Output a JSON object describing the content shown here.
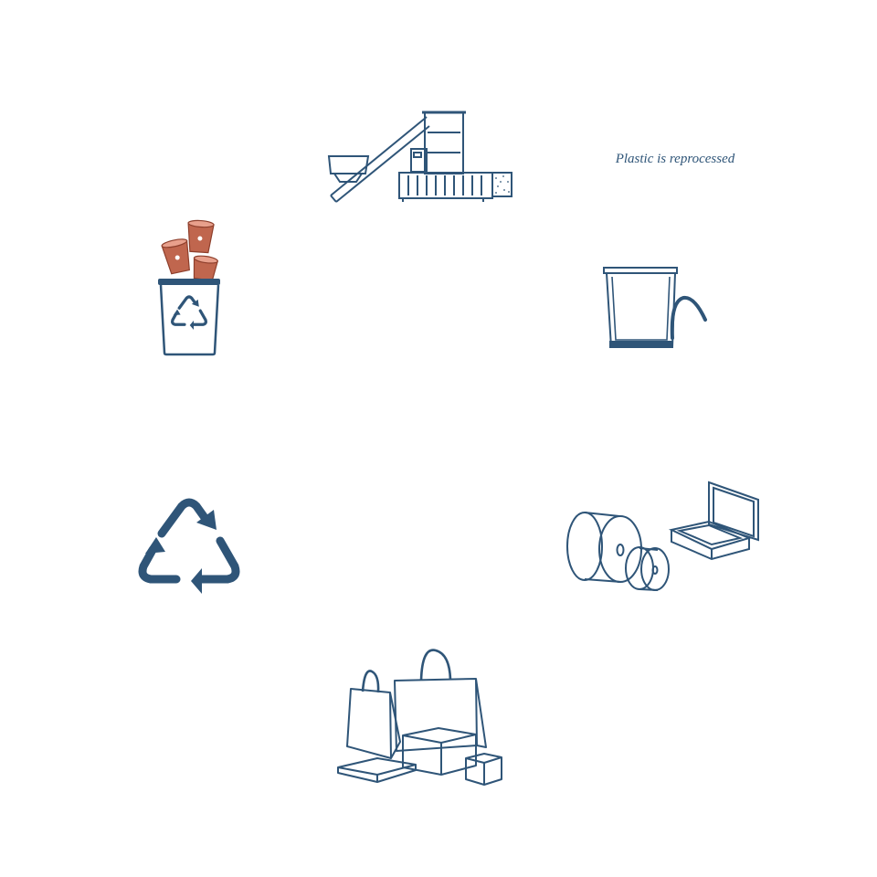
{
  "colors": {
    "ink": "#2f5578",
    "cup": "#c0664e",
    "cup_dark": "#8e3f2c",
    "background": "#ffffff"
  },
  "caption": {
    "text": "Plastic is reprocessed"
  },
  "stages": [
    {
      "id": "cups-in-bin",
      "icon": "recycle-bin-with-cups-icon"
    },
    {
      "id": "processing-machine",
      "icon": "conveyor-machine-icon"
    },
    {
      "id": "mould",
      "icon": "mould-tub-icon"
    },
    {
      "id": "products",
      "icon": "rolls-and-box-icon"
    },
    {
      "id": "shopping",
      "icon": "shopping-bags-icon"
    },
    {
      "id": "recycle",
      "icon": "recycle-symbol-icon"
    }
  ]
}
